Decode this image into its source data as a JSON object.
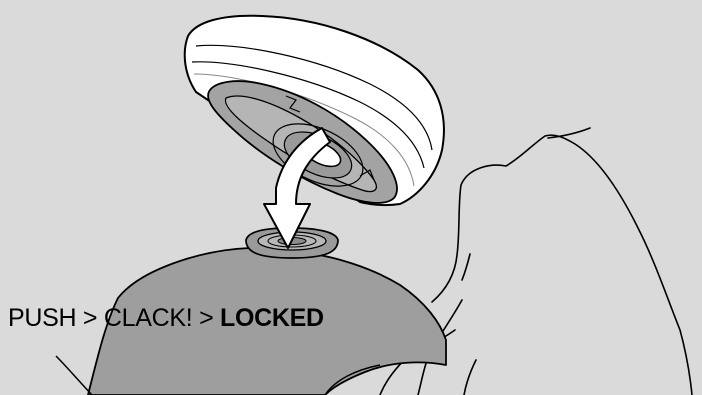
{
  "caption": {
    "step1": "PUSH",
    "sep1": ">",
    "step2": "CLACK!",
    "sep2": ">",
    "step3": "LOCKED"
  },
  "icons": [
    "arrow-down-icon"
  ],
  "colors": {
    "background": "#dadada",
    "outline": "#000000",
    "tank": "#9e9e9e",
    "cap_shell": "#ffffff",
    "cap_underside": "#a3a3a3",
    "arrow": "#ffffff"
  }
}
